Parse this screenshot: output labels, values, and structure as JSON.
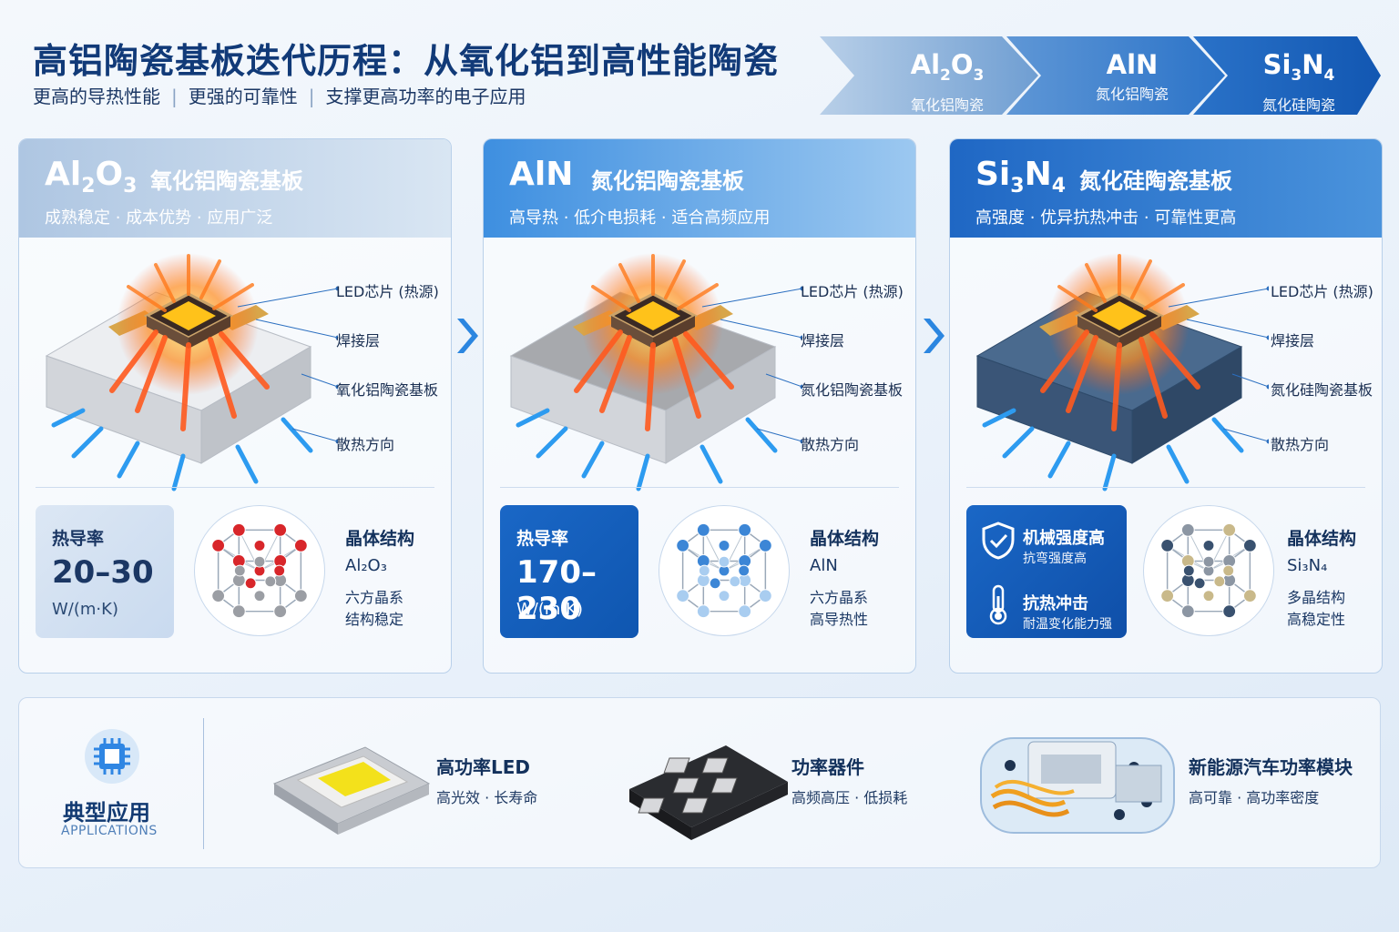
{
  "header": {
    "title": "高铝陶瓷基板迭代历程：从氧化铝到高性能陶瓷",
    "subtitle_items": [
      "更高的导热性能",
      "更强的可靠性",
      "支撑更高功率的电子应用"
    ],
    "separator": "|"
  },
  "roadmap": [
    {
      "formula_base": "Al",
      "sub1": "2",
      "formula_mid": "O",
      "sub2": "3",
      "name": "氧化铝陶瓷"
    },
    {
      "formula_base": "AlN",
      "name": "氮化铝陶瓷"
    },
    {
      "formula_base": "Si",
      "sub1": "3",
      "formula_mid": "N",
      "sub2": "4",
      "name": "氮化硅陶瓷"
    }
  ],
  "panels": [
    {
      "formula_base": "Al",
      "sub1": "2",
      "formula_mid": "O",
      "sub2": "3",
      "name": "氧化铝陶瓷基板",
      "tagline": "成熟稳定 · 成本优势 · 应用广泛",
      "callouts": [
        "LED芯片 (热源)",
        "焊接层",
        "氧化铝陶瓷基板",
        "散热方向"
      ],
      "metric_label": "热导率",
      "metric_value": "20–30",
      "metric_unit": "W/(m·K)",
      "crystal_title": "晶体结构",
      "crystal_formula": "Al₂O₃",
      "crystal_desc1": "六方晶系",
      "crystal_desc2": "结构稳定",
      "substrate_color": "#eceef1"
    },
    {
      "formula_base": "AlN",
      "name": "氮化铝陶瓷基板",
      "tagline": "高导热 · 低介电损耗 · 适合高频应用",
      "callouts": [
        "LED芯片 (热源)",
        "焊接层",
        "氮化铝陶瓷基板",
        "散热方向"
      ],
      "metric_label": "热导率",
      "metric_value": "170–230",
      "metric_unit": "W/(m·K)",
      "crystal_title": "晶体结构",
      "crystal_formula": "AlN",
      "crystal_desc1": "六方晶系",
      "crystal_desc2": "高导热性",
      "substrate_color": "#a7a9ad"
    },
    {
      "formula_base": "Si",
      "sub1": "3",
      "formula_mid": "N",
      "sub2": "4",
      "name": "氮化硅陶瓷基板",
      "tagline": "高强度 · 优异抗热冲击 · 可靠性更高",
      "callouts": [
        "LED芯片 (热源)",
        "焊接层",
        "氮化硅陶瓷基板",
        "散热方向"
      ],
      "feature1_title": "机械强度高",
      "feature1_desc": "抗弯强度高",
      "feature2_title": "抗热冲击",
      "feature2_desc": "耐温变化能力强",
      "crystal_title": "晶体结构",
      "crystal_formula": "Si₃N₄",
      "crystal_desc1": "多晶结构",
      "crystal_desc2": "高稳定性",
      "substrate_color": "#4a6a8e"
    }
  ],
  "applications": {
    "title": "典型应用",
    "subtitle": "APPLICATIONS",
    "items": [
      {
        "title": "高功率LED",
        "desc": "高光效 · 长寿命"
      },
      {
        "title": "功率器件",
        "desc": "高频高压 · 低损耗"
      },
      {
        "title": "新能源汽车功率模块",
        "desc": "高可靠 · 高功率密度"
      }
    ]
  },
  "colors": {
    "primary": "#1a67c6",
    "dark_title": "#113a78",
    "heat": "#ff5a1f",
    "cool": "#2d9bf0"
  },
  "icons": [
    "shield-check-icon",
    "thermometer-icon",
    "chip-icon",
    "chevron-right-icon"
  ]
}
